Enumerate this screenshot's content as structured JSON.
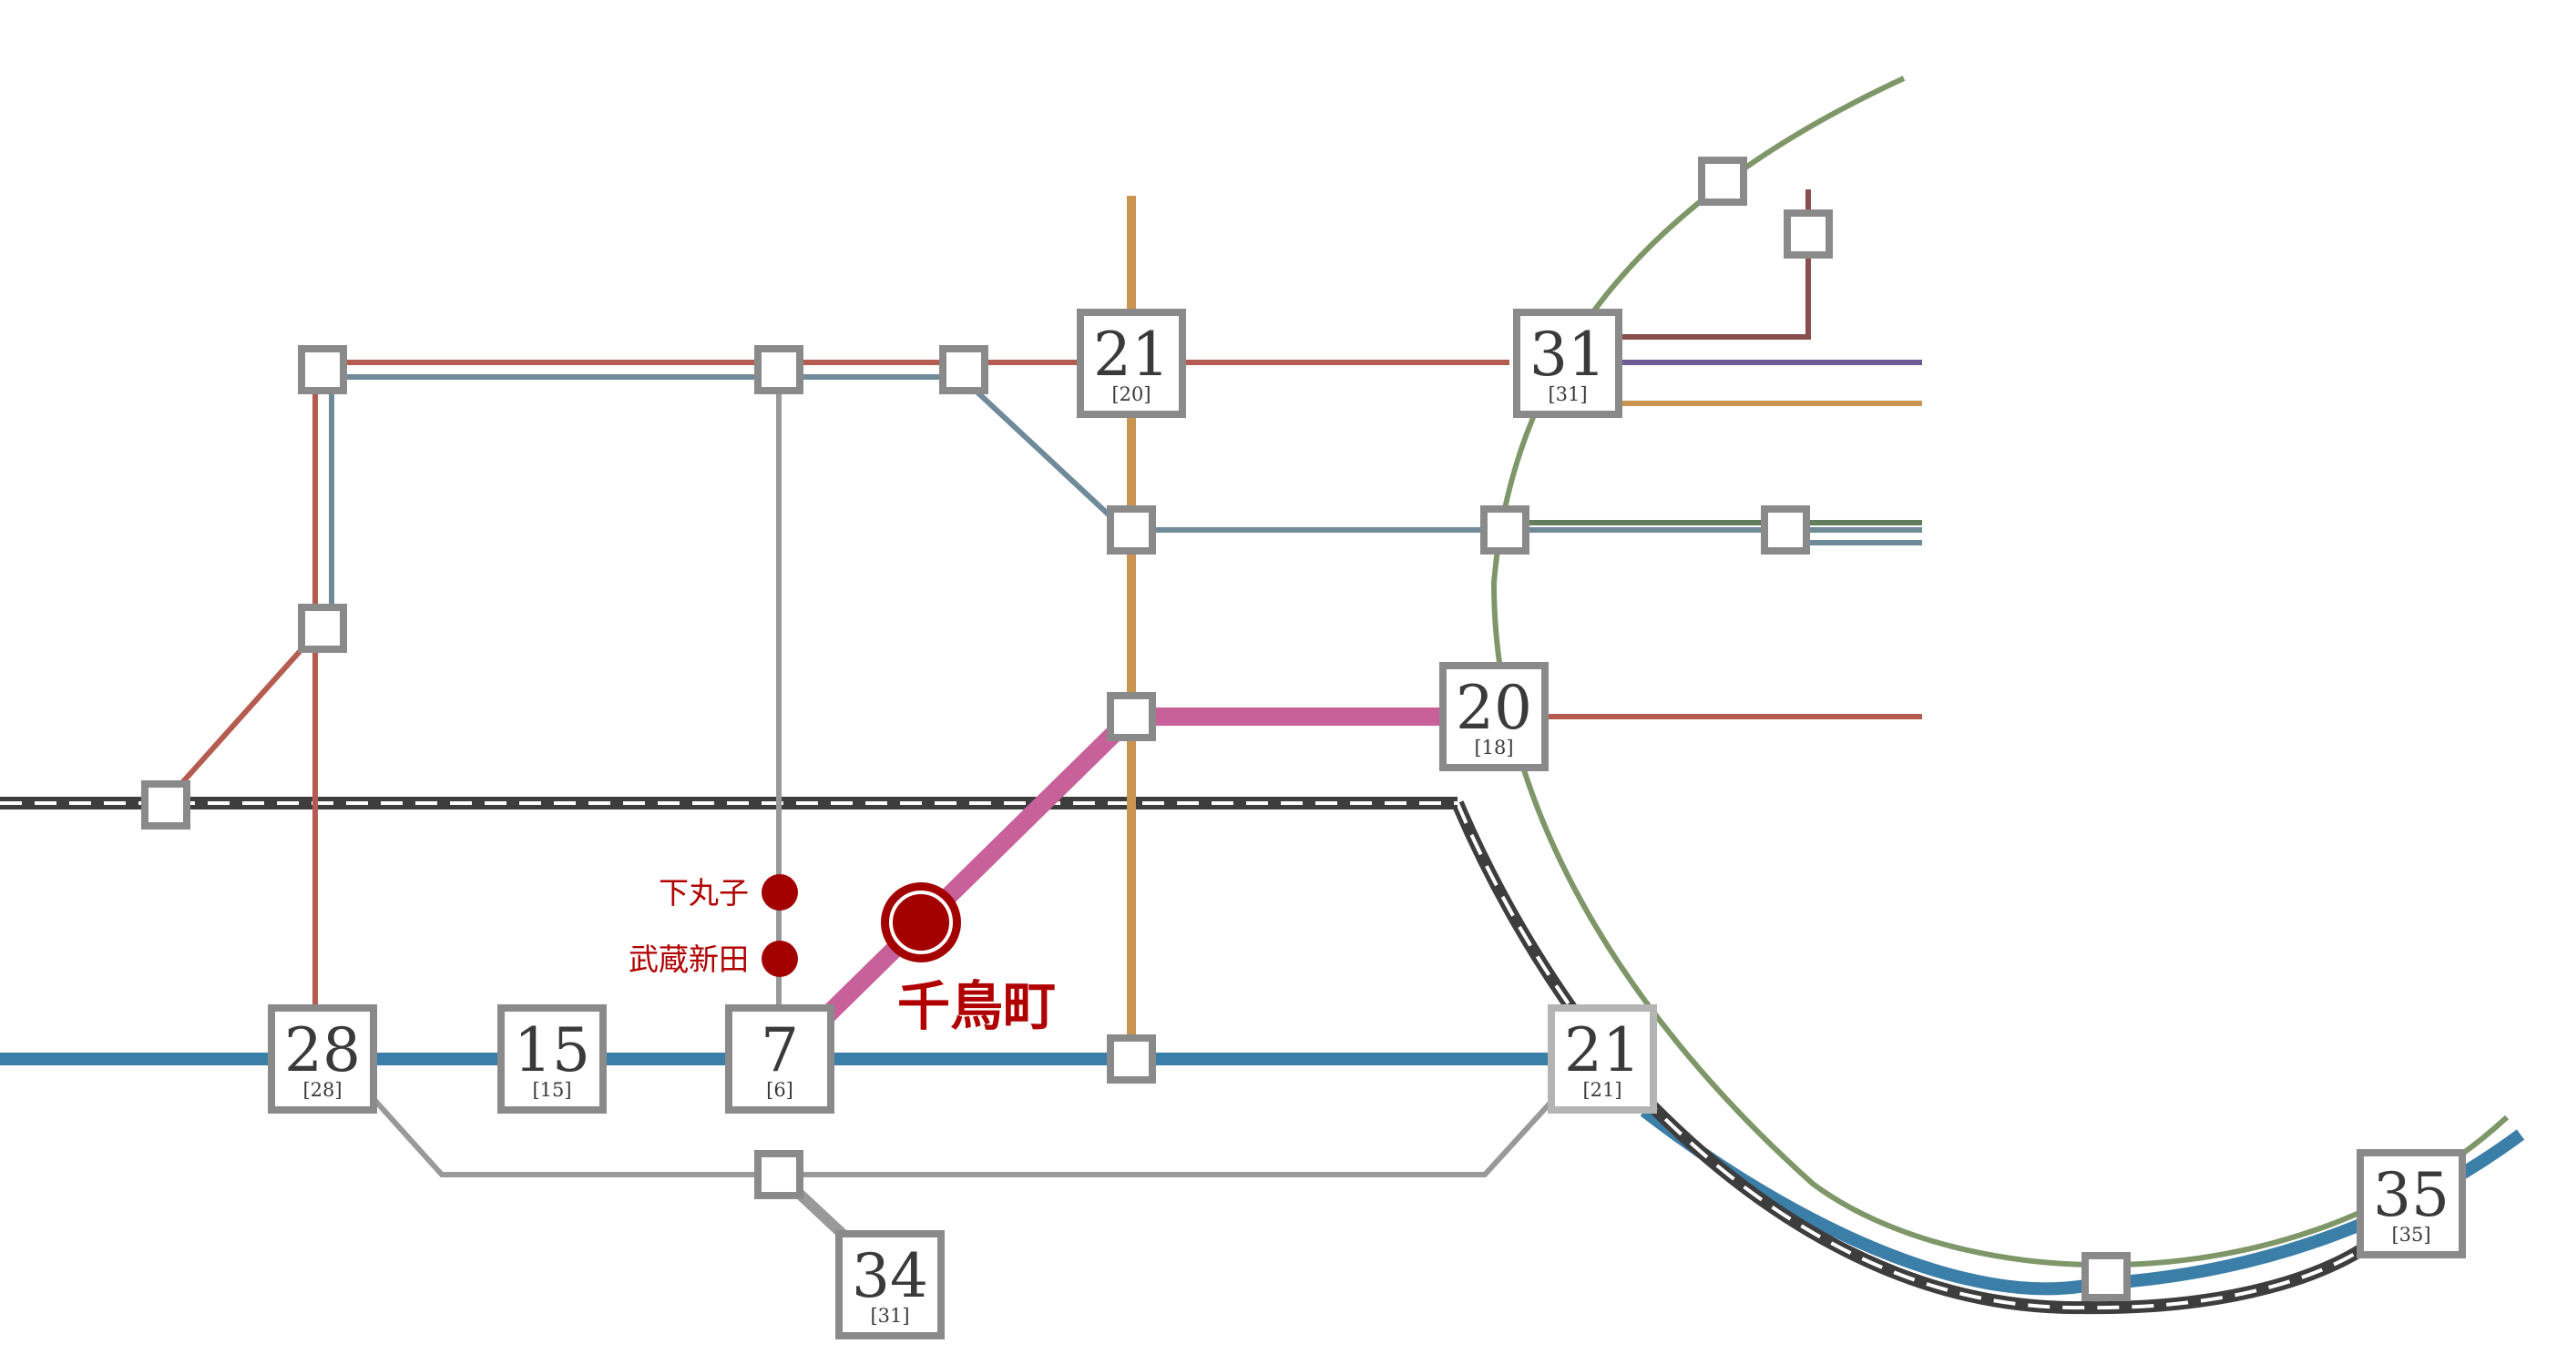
{
  "colors": {
    "red_line": "#b55c50",
    "steel_line": "#6f8a99",
    "gray_line": "#999999",
    "orange_line": "#c99550",
    "pink_line": "#c8609a",
    "blue_line": "#3b7ea8",
    "olive_line": "#7e9668",
    "green_line": "#627e5d",
    "purple_line": "#6d5c96",
    "maroon_line": "#8a4d4d",
    "rail_dark": "#3d3d3d",
    "highlight_red": "#a30000"
  },
  "stations": [
    {
      "id": "s21a",
      "time": "21",
      "transfer": "[20]"
    },
    {
      "id": "s31",
      "time": "31",
      "transfer": "[31]"
    },
    {
      "id": "s20",
      "time": "20",
      "transfer": "[18]"
    },
    {
      "id": "s28",
      "time": "28",
      "transfer": "[28]"
    },
    {
      "id": "s15",
      "time": "15",
      "transfer": "[15]"
    },
    {
      "id": "s7",
      "time": "7",
      "transfer": "[6]"
    },
    {
      "id": "s21b",
      "time": "21",
      "transfer": "[21]"
    },
    {
      "id": "s34",
      "time": "34",
      "transfer": "[31]"
    },
    {
      "id": "s35",
      "time": "35",
      "transfer": "[35]"
    }
  ],
  "minor_stations": [
    {
      "id": "shimomaruko",
      "name": "下丸子"
    },
    {
      "id": "musashi-nitta",
      "name": "武蔵新田"
    }
  ],
  "highlight": {
    "name": "千鳥町"
  }
}
